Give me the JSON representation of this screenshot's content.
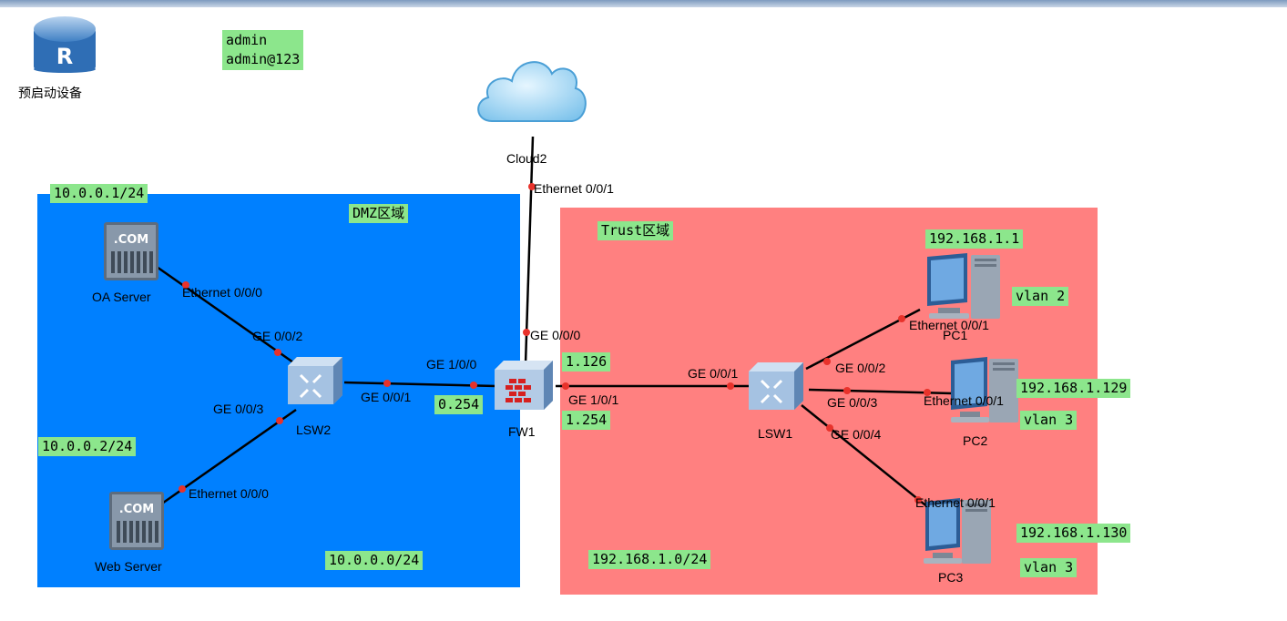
{
  "prestart": {
    "label": "预启动设备"
  },
  "credentials": {
    "line1": "admin",
    "line2": "admin@123"
  },
  "zones": {
    "dmz": "DMZ区域",
    "trust": "Trust区域"
  },
  "devices": {
    "cloud": "Cloud2",
    "fw": "FW1",
    "lsw1": "LSW1",
    "lsw2": "LSW2",
    "oa": "OA Server",
    "web": "Web Server",
    "pc1": "PC1",
    "pc2": "PC2",
    "pc3": "PC3"
  },
  "ports": {
    "cloud_eth": "Ethernet 0/0/1",
    "fw_ge000": "GE 0/0/0",
    "fw_ge100": "GE 1/0/0",
    "fw_ge101": "GE 1/0/1",
    "lsw2_ge001": "GE 0/0/1",
    "lsw2_ge002": "GE 0/0/2",
    "lsw2_ge003": "GE 0/0/3",
    "oa_eth": "Ethernet 0/0/0",
    "web_eth": "Ethernet 0/0/0",
    "lsw1_ge001": "GE 0/0/1",
    "lsw1_ge002": "GE 0/0/2",
    "lsw1_ge003": "GE 0/0/3",
    "lsw1_ge004": "GE 0/0/4",
    "pc1_eth": "Ethernet 0/0/1",
    "pc2_eth": "Ethernet 0/0/1",
    "pc3_eth": "Ethernet 0/0/1"
  },
  "notes": {
    "oa_ip": "10.0.0.1/24",
    "web_ip": "10.0.0.2/24",
    "dmz_net": "10.0.0.0/24",
    "fw_dmz_ip": "0.254",
    "fw_trust_ip1": "1.126",
    "fw_trust_ip2": "1.254",
    "trust_net": "192.168.1.0/24",
    "pc1_ip": "192.168.1.1",
    "pc1_vlan": "vlan 2",
    "pc2_ip": "192.168.1.129",
    "pc2_vlan": "vlan 3",
    "pc3_ip": "192.168.1.130",
    "pc3_vlan": "vlan 3"
  },
  "colors": {
    "dmz": "#0080ff",
    "trust": "#ff8080",
    "note": "#8ce68c",
    "port_dot": "#e8322b"
  }
}
